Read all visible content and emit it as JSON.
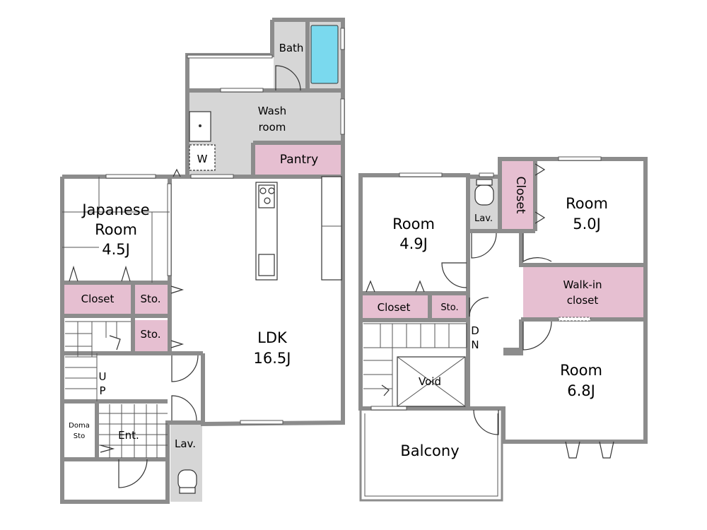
{
  "floor1": {
    "bath": "Bath",
    "wash_room_line1": "Wash",
    "wash_room_line2": "room",
    "washer": "W",
    "pantry": "Pantry",
    "japanese_line1": "Japanese",
    "japanese_line2": "Room",
    "japanese_size": "4.5J",
    "closet": "Closet",
    "storage_a": "Sto.",
    "storage_b": "Sto.",
    "ldk": "LDK",
    "ldk_size": "16.5J",
    "up_u": "U",
    "up_p": "P",
    "doma_line1": "Doma",
    "doma_line2": "Sto",
    "entrance": "Ent.",
    "lavatory": "Lav."
  },
  "floor2": {
    "room_a": "Room",
    "room_a_size": "4.9J",
    "lavatory": "Lav.",
    "closet_vertical": "Closet",
    "room_b": "Room",
    "room_b_size": "5.0J",
    "walkin_line1": "Walk-in",
    "walkin_line2": "closet",
    "closet": "Closet",
    "storage": "Sto.",
    "down_d": "D",
    "down_n": "N",
    "void": "Void",
    "room_c": "Room",
    "room_c_size": "6.8J",
    "balcony": "Balcony"
  },
  "colors": {
    "wall": "#8c8c8c",
    "storage_fill": "#e6bfd1",
    "wet_area_fill": "#d6d6d6",
    "bathtub_water": "#7ad9ee"
  }
}
